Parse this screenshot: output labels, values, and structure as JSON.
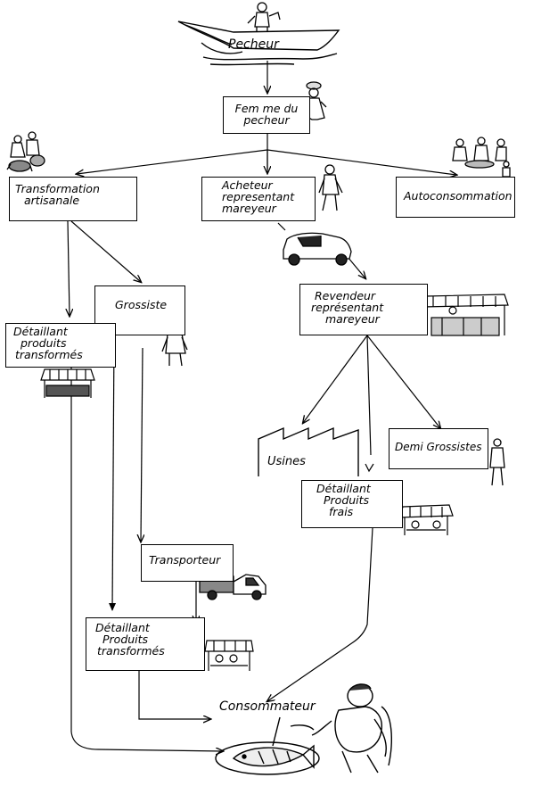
{
  "nodes": {
    "pecheur": "Pecheur",
    "femme": [
      "Fem me du",
      "pecheur"
    ],
    "transformation": [
      "Transformation",
      "artisanale"
    ],
    "acheteur": [
      "Acheteur",
      "representant",
      "mareyeur"
    ],
    "autoconsommation": "Autoconsommation",
    "grossiste": "Grossiste",
    "detaillant_transformes_1": [
      "Détaillant",
      "produits",
      "transformés"
    ],
    "revendeur": [
      "Revendeur",
      "représentant",
      "mareyeur"
    ],
    "usines": "Usines",
    "demi_grossistes": "Demi Grossistes",
    "detaillant_frais": [
      "Détaillant",
      "Produits",
      "frais"
    ],
    "transporteur": "Transporteur",
    "detaillant_transformes_2": [
      "Détaillant",
      "Produits",
      "transformés"
    ],
    "consommateur": "Consommateur"
  },
  "icons": [
    "boat-icon",
    "fisherman-icon",
    "woman-icon",
    "cooking-women-icon",
    "buyer-man-icon",
    "eating-people-icon",
    "car-icon",
    "market-stall-icon",
    "factory-icon",
    "truck-icon",
    "consumer-man-icon",
    "fish-plate-icon"
  ]
}
